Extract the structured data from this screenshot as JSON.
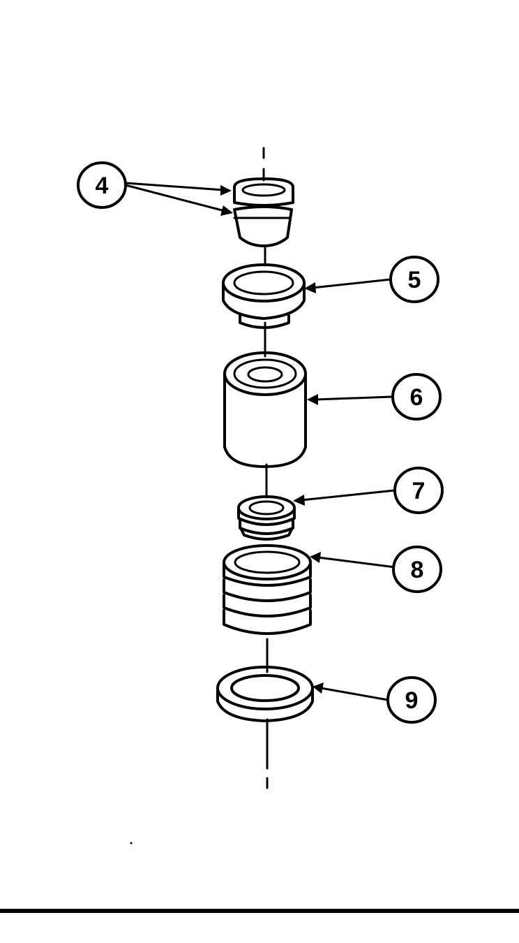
{
  "callouts": [
    {
      "id": "4",
      "label": "4"
    },
    {
      "id": "5",
      "label": "5"
    },
    {
      "id": "6",
      "label": "6"
    },
    {
      "id": "7",
      "label": "7"
    },
    {
      "id": "8",
      "label": "8"
    },
    {
      "id": "9",
      "label": "9"
    }
  ],
  "colors": {
    "ink": "#000000",
    "paper": "#ffffff"
  }
}
